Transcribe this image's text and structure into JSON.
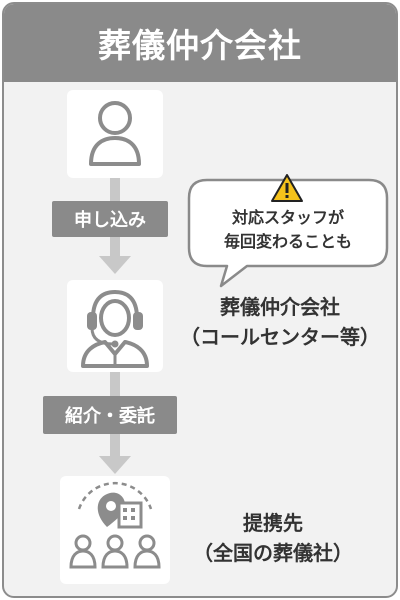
{
  "header": {
    "title": "葬儀仲介会社"
  },
  "steps": [
    {
      "icon": "person-icon"
    },
    {
      "icon": "headset-operator-icon",
      "line1": "葬儀仲介会社",
      "line2": "（コールセンター等）"
    },
    {
      "icon": "partner-funeral-homes-icon",
      "line1": "提携先",
      "line2": "（全国の葬儀社）"
    }
  ],
  "arrows": [
    {
      "label": "申し込み"
    },
    {
      "label": "紹介・委託"
    }
  ],
  "callout": {
    "icon": "warning-icon",
    "line1": "対応スタッフが",
    "line2": "毎回変わることも"
  },
  "colors": {
    "header_bg": "#8a8a8a",
    "panel_bg": "#f2f2f2",
    "icon_gray": "#8c8c8c",
    "warning_yellow": "#f5c21b"
  }
}
